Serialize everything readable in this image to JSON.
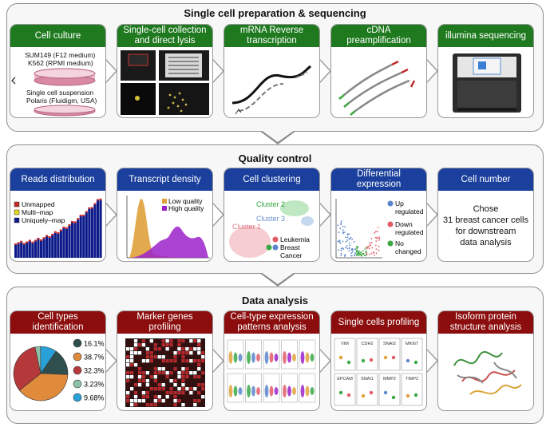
{
  "sections": {
    "prep": {
      "title": "Single cell preparation & sequencing",
      "steps": [
        "Cell culture",
        "Single-cell collection and direct lysis",
        "mRNA Reverse transcription",
        "cDNA preamplification",
        "illumina sequencing"
      ],
      "culture": {
        "line1": "SUM149 (F12 medium)",
        "line2": "K562 (RPMI medium)",
        "line3": "Single cell suspension",
        "line4": "Polaris (Fluidigm, USA)"
      }
    },
    "qc": {
      "title": "Quality control",
      "steps": [
        "Reads distribution",
        "Transcript density",
        "Cell clustering",
        "Differential expression",
        "Cell number"
      ],
      "reads_legend": [
        "Unmapped",
        "Multi–map",
        "Uniquely–map"
      ],
      "density_legend": [
        "Low quality",
        "High quality"
      ],
      "clusters": [
        "Cluster 2",
        "Cluster 3",
        "Cluster 1"
      ],
      "cluster_legend": [
        "Leukemia",
        "Breast",
        "Cancer"
      ],
      "de_legend": [
        "Up",
        "regulated",
        "Down",
        "regulated",
        "No",
        "changed"
      ],
      "cell_number_text": [
        "Chose",
        "31 breast cancer cells",
        "for downstream",
        "data analysis"
      ]
    },
    "analysis": {
      "title": "Data analysis",
      "steps": [
        "Cell types identification",
        "Marker genes profiling",
        "Cell-type expression patterns analysis",
        "Single cells profiling",
        "Isoform protein structure analysis"
      ],
      "pie_labels": [
        "16.1%",
        "38.7%",
        "32.3%",
        "3.23%",
        "9.68%"
      ],
      "profile_genes": [
        "VIM",
        "CDH2",
        "SNAI2",
        "MKI67",
        "EPCAM",
        "SNAI1",
        "MMP2",
        "TIMP2"
      ]
    }
  },
  "colors": {
    "green": "#1f7a1f",
    "blue": "#1a3f9c",
    "red": "#8b0d0d"
  },
  "chart_data": {
    "type": "pie",
    "values": [
      16.1,
      38.7,
      32.3,
      3.23,
      9.68
    ],
    "labels": [
      "16.1%",
      "38.7%",
      "32.3%",
      "3.23%",
      "9.68%"
    ],
    "colors": [
      "#2f4f4f",
      "#e08a3c",
      "#b5393b",
      "#8fc1a9",
      "#2aa0d8"
    ]
  }
}
